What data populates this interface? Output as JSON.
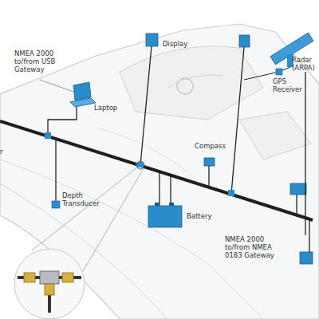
{
  "diagram": {
    "nodes": [
      {
        "text": [
          "NMEA 2000 to/from USB Gateway"
        ]
      },
      {
        "text": [
          "Display"
        ]
      },
      {
        "text": [
          "Radar (ARPA)"
        ]
      },
      {
        "text": [
          "Laptop"
        ]
      },
      {
        "text": [
          "GPS Receiver"
        ]
      },
      {
        "text": [
          "Compass"
        ]
      },
      {
        "text": [
          "Depth Transducer"
        ]
      },
      {
        "text": [
          "Battery"
        ]
      },
      {
        "text": [
          "NMEA 2000 to/from NMEA 0183 Gateway"
        ]
      }
    ],
    "edges": [
      {
        "from": 2,
        "to": 8,
        "arrow": "none"
      }
    ],
    "labels": [
      "r"
    ]
  }
}
